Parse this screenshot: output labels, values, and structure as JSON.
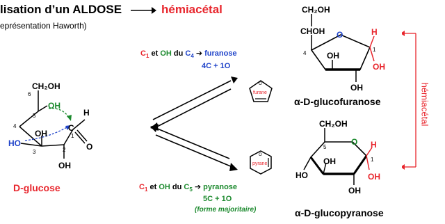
{
  "header": {
    "title_prefix": "lisation d’un ALDOSE",
    "title_result": "hémiacétal",
    "subtitle": "eprésentation Haworth)"
  },
  "glucose": {
    "name": "D-glucose",
    "ch2oh": "CH₂OH",
    "oh5": "OH",
    "oh4": "OH",
    "ho3": "HO",
    "oh2": "OH",
    "c1": "C",
    "h": "H",
    "o": "O",
    "n6": "6",
    "n5": "5",
    "n4": "4",
    "n3": "3",
    "n2": "2",
    "n1": "1"
  },
  "reaction_furanose": {
    "c": "C",
    "sub1": "1",
    "et": " et ",
    "oh": "OH",
    "du": " du ",
    "c4": "C",
    "sub4": "4",
    "arrow": " ➔ ",
    "product": "furanose",
    "count": "4C + 1O",
    "ring_label": "furane",
    "ring_o": "O"
  },
  "reaction_pyranose": {
    "c": "C",
    "sub1": "1",
    "et": " et ",
    "oh": "OH",
    "du": " du ",
    "c5": "C",
    "sub5": "5",
    "arrow": " ➔ ",
    "product": "pyranose",
    "count": "5C + 1O",
    "note": "(forme majoritaire)",
    "ring_label": "pyrane",
    "ring_o": "O"
  },
  "furanose": {
    "name": "α-D-glucofuranose",
    "ch2oh": "CH₂OH",
    "choh": "CHOH",
    "o": "O",
    "h": "H",
    "oh1": "OH",
    "oh_a": "OH",
    "oh_b": "OH",
    "n4": "4",
    "n1": "1"
  },
  "pyranose": {
    "name": "α-D-glucopyranose",
    "ch2oh": "CH₂OH",
    "o": "O",
    "h": "H",
    "oh1": "OH",
    "oh_a": "OH",
    "ho": "HO",
    "oh_b": "OH",
    "n5": "5",
    "n1": "1"
  },
  "side_label": "hémiacétal",
  "colors": {
    "red": "#e8262d",
    "green": "#1c8a2e",
    "blue": "#1f43c9",
    "black": "#000000"
  }
}
